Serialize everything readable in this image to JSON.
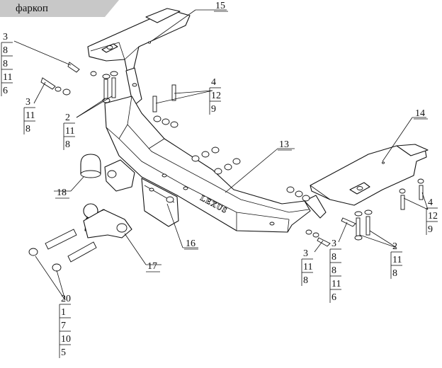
{
  "header": {
    "tab_label": "фаркоп",
    "tab_color": "#c8c8c8"
  },
  "drawing": {
    "brand_stamp": "LEXUS",
    "stroke_color": "#111111",
    "paper_color": "#ffffff"
  },
  "callouts": [
    {
      "id": "c15",
      "lines": [
        "15"
      ]
    },
    {
      "id": "c14",
      "lines": [
        "14"
      ]
    },
    {
      "id": "c13",
      "lines": [
        "13"
      ]
    },
    {
      "id": "c16",
      "lines": [
        "16"
      ]
    },
    {
      "id": "c17",
      "lines": [
        "17"
      ]
    },
    {
      "id": "c18",
      "lines": [
        "18"
      ]
    },
    {
      "id": "tl-a",
      "lines": [
        "3",
        "8",
        "8",
        "11",
        "6"
      ]
    },
    {
      "id": "tl-b",
      "lines": [
        "3",
        "11",
        "8"
      ]
    },
    {
      "id": "tl-c",
      "lines": [
        "2",
        "11",
        "8"
      ]
    },
    {
      "id": "tc",
      "lines": [
        "4",
        "12",
        "9"
      ]
    },
    {
      "id": "r",
      "lines": [
        "4",
        "12",
        "9"
      ]
    },
    {
      "id": "br-a",
      "lines": [
        "3",
        "11",
        "8"
      ]
    },
    {
      "id": "br-b",
      "lines": [
        "3",
        "8",
        "8",
        "11",
        "6"
      ]
    },
    {
      "id": "br-c",
      "lines": [
        "2",
        "11",
        "8"
      ]
    },
    {
      "id": "bl",
      "lines": [
        "20",
        "1",
        "7",
        "10",
        "5"
      ]
    }
  ]
}
